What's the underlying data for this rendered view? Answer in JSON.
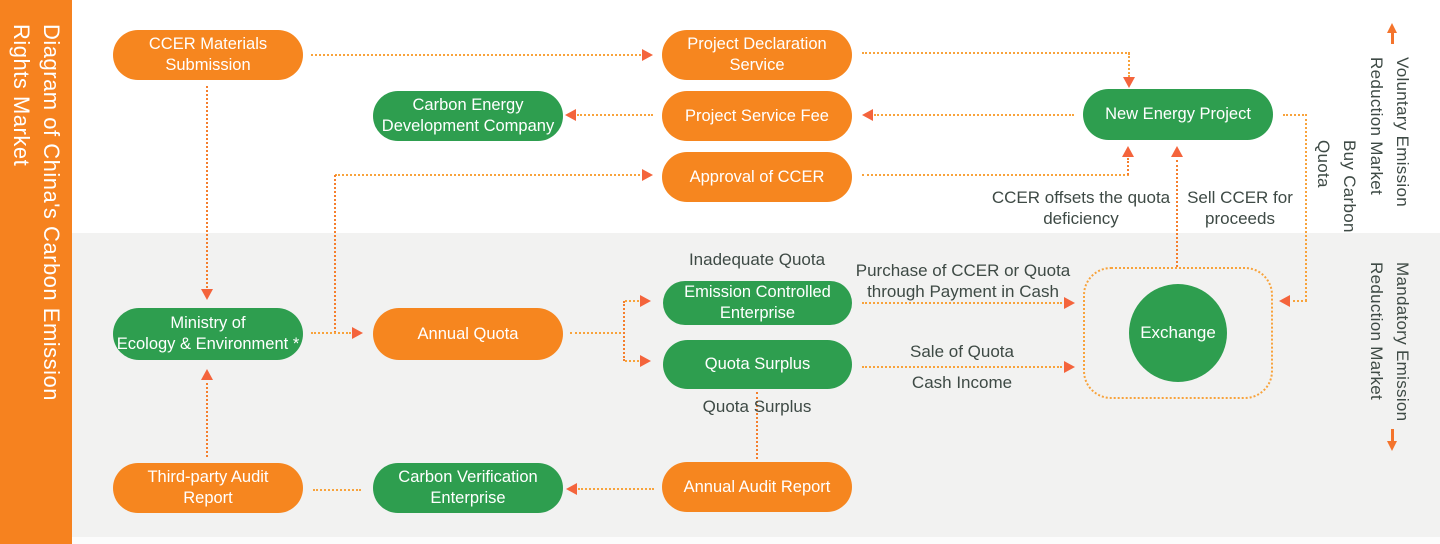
{
  "title": "Diagram of China's Carbon Emission\nRights Market",
  "side_markers": {
    "voluntary": "Voluntary Emission\nReduction Market",
    "mandatory": "Mandatory Emission\nReduction Market"
  },
  "nodes": {
    "ccer_materials_submission": {
      "label": "CCER Materials\nSubmission",
      "color": "orange"
    },
    "project_declaration_service": {
      "label": "Project Declaration\nService",
      "color": "orange"
    },
    "carbon_energy_development_company": {
      "label": "Carbon Energy\nDevelopment Company",
      "color": "green"
    },
    "project_service_fee": {
      "label": "Project Service Fee",
      "color": "orange"
    },
    "new_energy_project": {
      "label": "New Energy Project",
      "color": "green"
    },
    "approval_of_ccer": {
      "label": "Approval of CCER",
      "color": "orange"
    },
    "ministry_of_ecology_environment": {
      "label": "Ministry of\nEcology & Environment *",
      "color": "green"
    },
    "annual_quota": {
      "label": "Annual Quota",
      "color": "orange"
    },
    "emission_controlled_enterprise": {
      "label": "Emission Controlled\nEnterprise",
      "color": "green"
    },
    "quota_surplus": {
      "label": "Quota Surplus",
      "color": "green"
    },
    "exchange": {
      "label": "Exchange",
      "color": "green"
    },
    "annual_audit_report": {
      "label": "Annual Audit Report",
      "color": "orange"
    },
    "carbon_verification_enterprise": {
      "label": "Carbon Verification\nEnterprise",
      "color": "green"
    },
    "third_party_audit_report": {
      "label": "Third-party Audit\nReport",
      "color": "orange"
    }
  },
  "flow_labels": {
    "inadequate_quota": "Inadequate Quota",
    "purchase": "Purchase of CCER or Quota\nthrough Payment in Cash",
    "sale_of_quota": "Sale of Quota",
    "cash_income": "Cash Income",
    "quota_surplus": "Quota Surplus",
    "ccer_offsets": "CCER offsets the quota\ndeficiency",
    "sell_ccer": "Sell CCER for\nproceeds",
    "buy_carbon_quota": "Buy Carbon Quota"
  },
  "colors": {
    "sidebar_orange": "#F6821F",
    "node_orange": "#F6861F",
    "node_green": "#2E9E4F",
    "dot_gold": "#F8A33C",
    "dot_orange": "#F57F2D",
    "arrowhead": "#F4643C",
    "side_arrow": "#F4742C",
    "label_text": "#3E4A45",
    "section_bg": "#F2F2F1"
  }
}
